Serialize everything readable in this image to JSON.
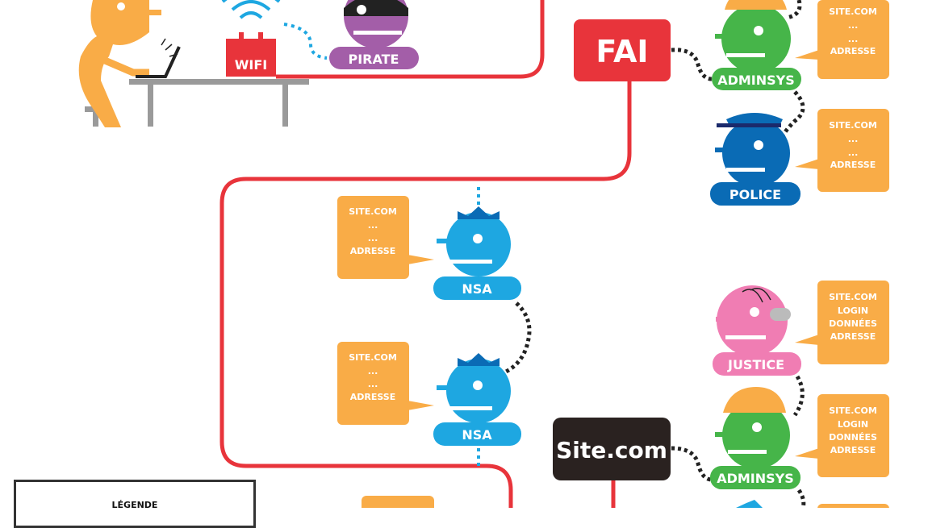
{
  "colors": {
    "network": "#e8343b",
    "fai": "#e8343b",
    "site": "#2a2220",
    "bubble": "#f9ac47",
    "adminsys": "#46b549",
    "police": "#0a6bb5",
    "nsa": "#1ea7e1",
    "justice": "#f07db3",
    "pirate": "#a35ea8",
    "user": "#f9ac47"
  },
  "wifi": {
    "label": "WIFI"
  },
  "pirate": {
    "label": "PIRATE"
  },
  "fai": {
    "label": "FAI"
  },
  "site": {
    "label": "Site.com"
  },
  "characters": {
    "adminsys_top": {
      "label": "ADMINSYS",
      "bubble": [
        "SITE.COM",
        "...",
        "...",
        "ADRESSE"
      ]
    },
    "police": {
      "label": "POLICE",
      "bubble": [
        "SITE.COM",
        "...",
        "...",
        "ADRESSE"
      ]
    },
    "nsa_1": {
      "label": "NSA",
      "bubble": [
        "SITE.COM",
        "...",
        "...",
        "ADRESSE"
      ]
    },
    "nsa_2": {
      "label": "NSA",
      "bubble": [
        "SITE.COM",
        "...",
        "...",
        "ADRESSE"
      ]
    },
    "justice": {
      "label": "JUSTICE",
      "bubble": [
        "SITE.COM",
        "LOGIN",
        "DONNÉES",
        "ADRESSE"
      ]
    },
    "adminsys_bottom": {
      "label": "ADMINSYS",
      "bubble": [
        "SITE.COM",
        "LOGIN",
        "DONNÉES",
        "ADRESSE"
      ]
    }
  },
  "legend": {
    "title": "LÉGENDE"
  }
}
